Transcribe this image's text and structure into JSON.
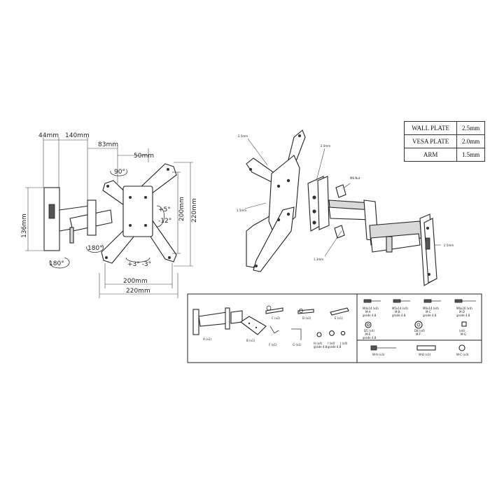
{
  "dimensions": {
    "d44": "44mm",
    "d140": "140mm",
    "d83": "83mm",
    "d50": "50mm",
    "d136": "136mm",
    "d200v": "200mm",
    "d220v": "220mm",
    "d200h": "200mm",
    "d220h": "220mm"
  },
  "angles": {
    "a90": "90°",
    "a180a": "180°",
    "a180b": "180°",
    "tilt_up": "+5°",
    "tilt_down": "-12°",
    "swivel": "+3° -3°"
  },
  "exploded": {
    "t25a": "2.5mm",
    "t15": "1.5mm",
    "t20": "2.0mm",
    "m6nut": "M6 Nut",
    "t13": "1.3mm",
    "t25b": "2.5mm"
  },
  "spec_table": [
    {
      "part": "WALL PLATE",
      "thickness": "2.5mm"
    },
    {
      "part": "VESA PLATE",
      "thickness": "2.0mm"
    },
    {
      "part": "ARM",
      "thickness": "1.5mm"
    }
  ],
  "kit": {
    "parts": [
      {
        "label": "A (x1)"
      },
      {
        "label": "B (x1)"
      },
      {
        "label": "C (x2)"
      },
      {
        "label": "D (x2)"
      },
      {
        "label": "E (x1)"
      },
      {
        "label": "F (x1)"
      },
      {
        "label": "G (x1)"
      },
      {
        "label": "H (x4)",
        "grade": "grade 4.8"
      },
      {
        "label": "I (x4)",
        "grade": "grade 4.8"
      },
      {
        "label": "J (x4)"
      }
    ],
    "bolts": [
      {
        "size": "M4x14 (x4)",
        "code": "M-A",
        "grade": "grade 4.8"
      },
      {
        "size": "M5x14 (x4)",
        "code": "M-B",
        "grade": "grade 4.8"
      },
      {
        "size": "M6x14 (x4)",
        "code": "M-C",
        "grade": "grade 4.8"
      },
      {
        "size": "M6x20 (x4)",
        "code": "M-D",
        "grade": "grade 4.8"
      }
    ],
    "washers": [
      {
        "size": "D5 (x4)",
        "code": "M-E",
        "grade": "grade 4.8"
      },
      {
        "size": "D8 (x4)",
        "code": "M-F",
        "grade": ""
      },
      {
        "size": "(x4)",
        "code": "M-G",
        "grade": ""
      }
    ],
    "anchors": [
      {
        "label": "W-A (x3)"
      },
      {
        "label": "W-B (x3)"
      },
      {
        "label": "W-C (x3)"
      }
    ]
  }
}
